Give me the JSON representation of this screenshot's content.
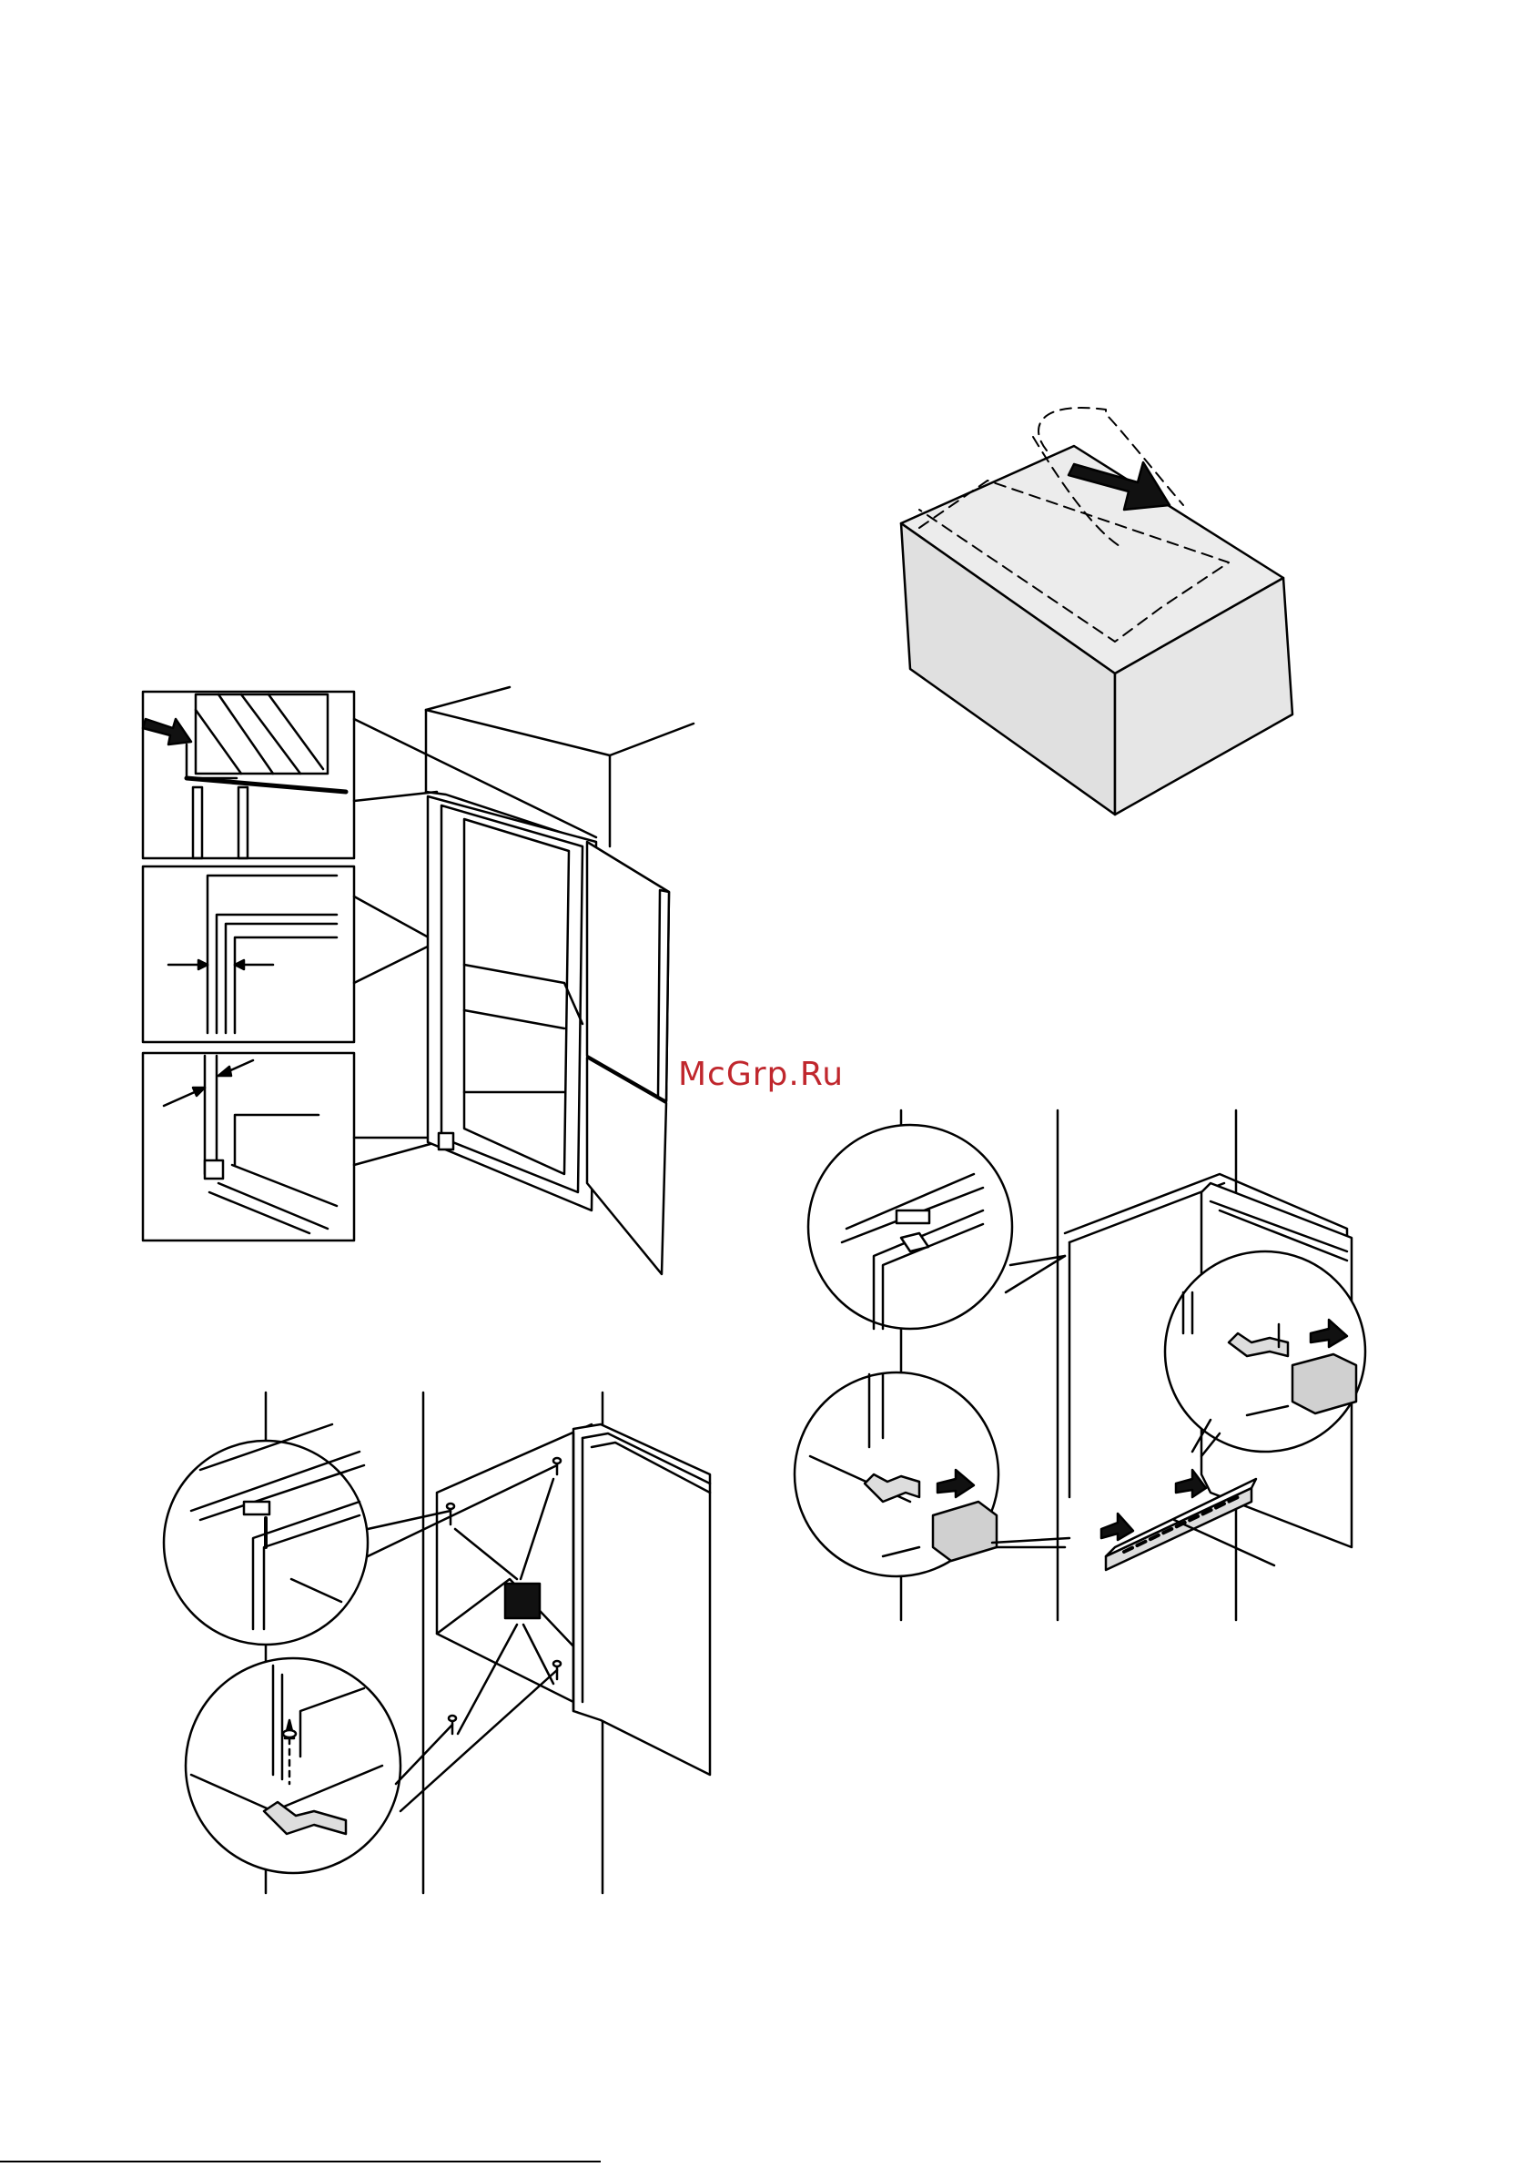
{
  "watermark": {
    "text": "McGrp.Ru",
    "color": "#c0272d"
  },
  "colors": {
    "line": "#000000",
    "fill_gray": "#e0e0e0",
    "fill_dark": "#111111",
    "background": "#ffffff"
  },
  "figures": [
    {
      "id": "carton-removal",
      "icon": "carton-box-with-arrow"
    },
    {
      "id": "cabinet-alignment",
      "icon": "cabinet-with-detail-insets"
    },
    {
      "id": "hinge-screw-mounting",
      "icon": "cabinet-hinge-screws"
    },
    {
      "id": "ventilation-grille-install",
      "icon": "grille-clip-mounting"
    }
  ]
}
